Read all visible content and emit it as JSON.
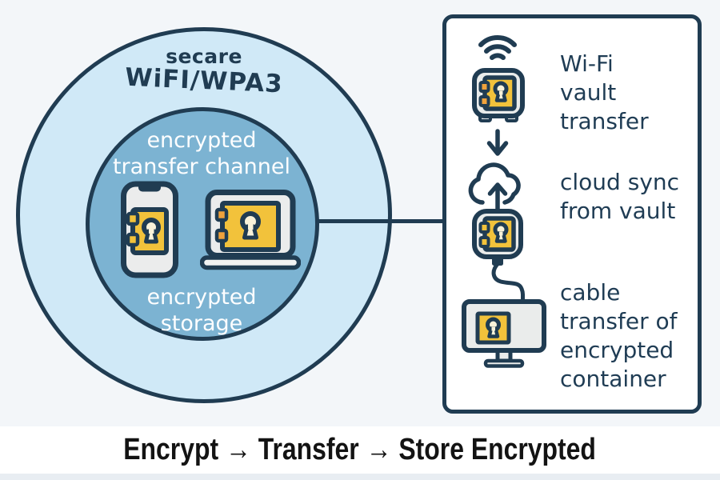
{
  "palette": {
    "navy": "#203c52",
    "outer_circle_fill": "#d0e9f7",
    "inner_circle_fill": "#7cb3d2",
    "background": "#f3f6f9",
    "panel_fill": "#ffffff",
    "device_grey": "#ebecec",
    "vault_yellow": "#f2c23b",
    "hinge_orange": "#efa23c",
    "keyhole_fill": "#f9f2d9",
    "footer_text": "#131313",
    "circle_text_light": "#fdfeff"
  },
  "venn": {
    "outer_label_top": "secare",
    "outer_label_bottom": "WiFI/WPA3",
    "inner_label_top": "encrypted\ntransfer channel",
    "inner_label_bottom": "encrypted\nstorage"
  },
  "panel": {
    "items": [
      {
        "icon": "wifi-vault-icon",
        "label": "Wi-Fi\nvault\ntransfer"
      },
      {
        "icon": "cloud-upload-icon",
        "label": "cloud sync\nfrom vault"
      },
      {
        "icon": "monitor-cable-icon",
        "label": "cable\ntransfer of\nencrypted\ncontainer"
      }
    ]
  },
  "footer": {
    "title": "Encrypt → Transfer → Store Encrypted"
  }
}
